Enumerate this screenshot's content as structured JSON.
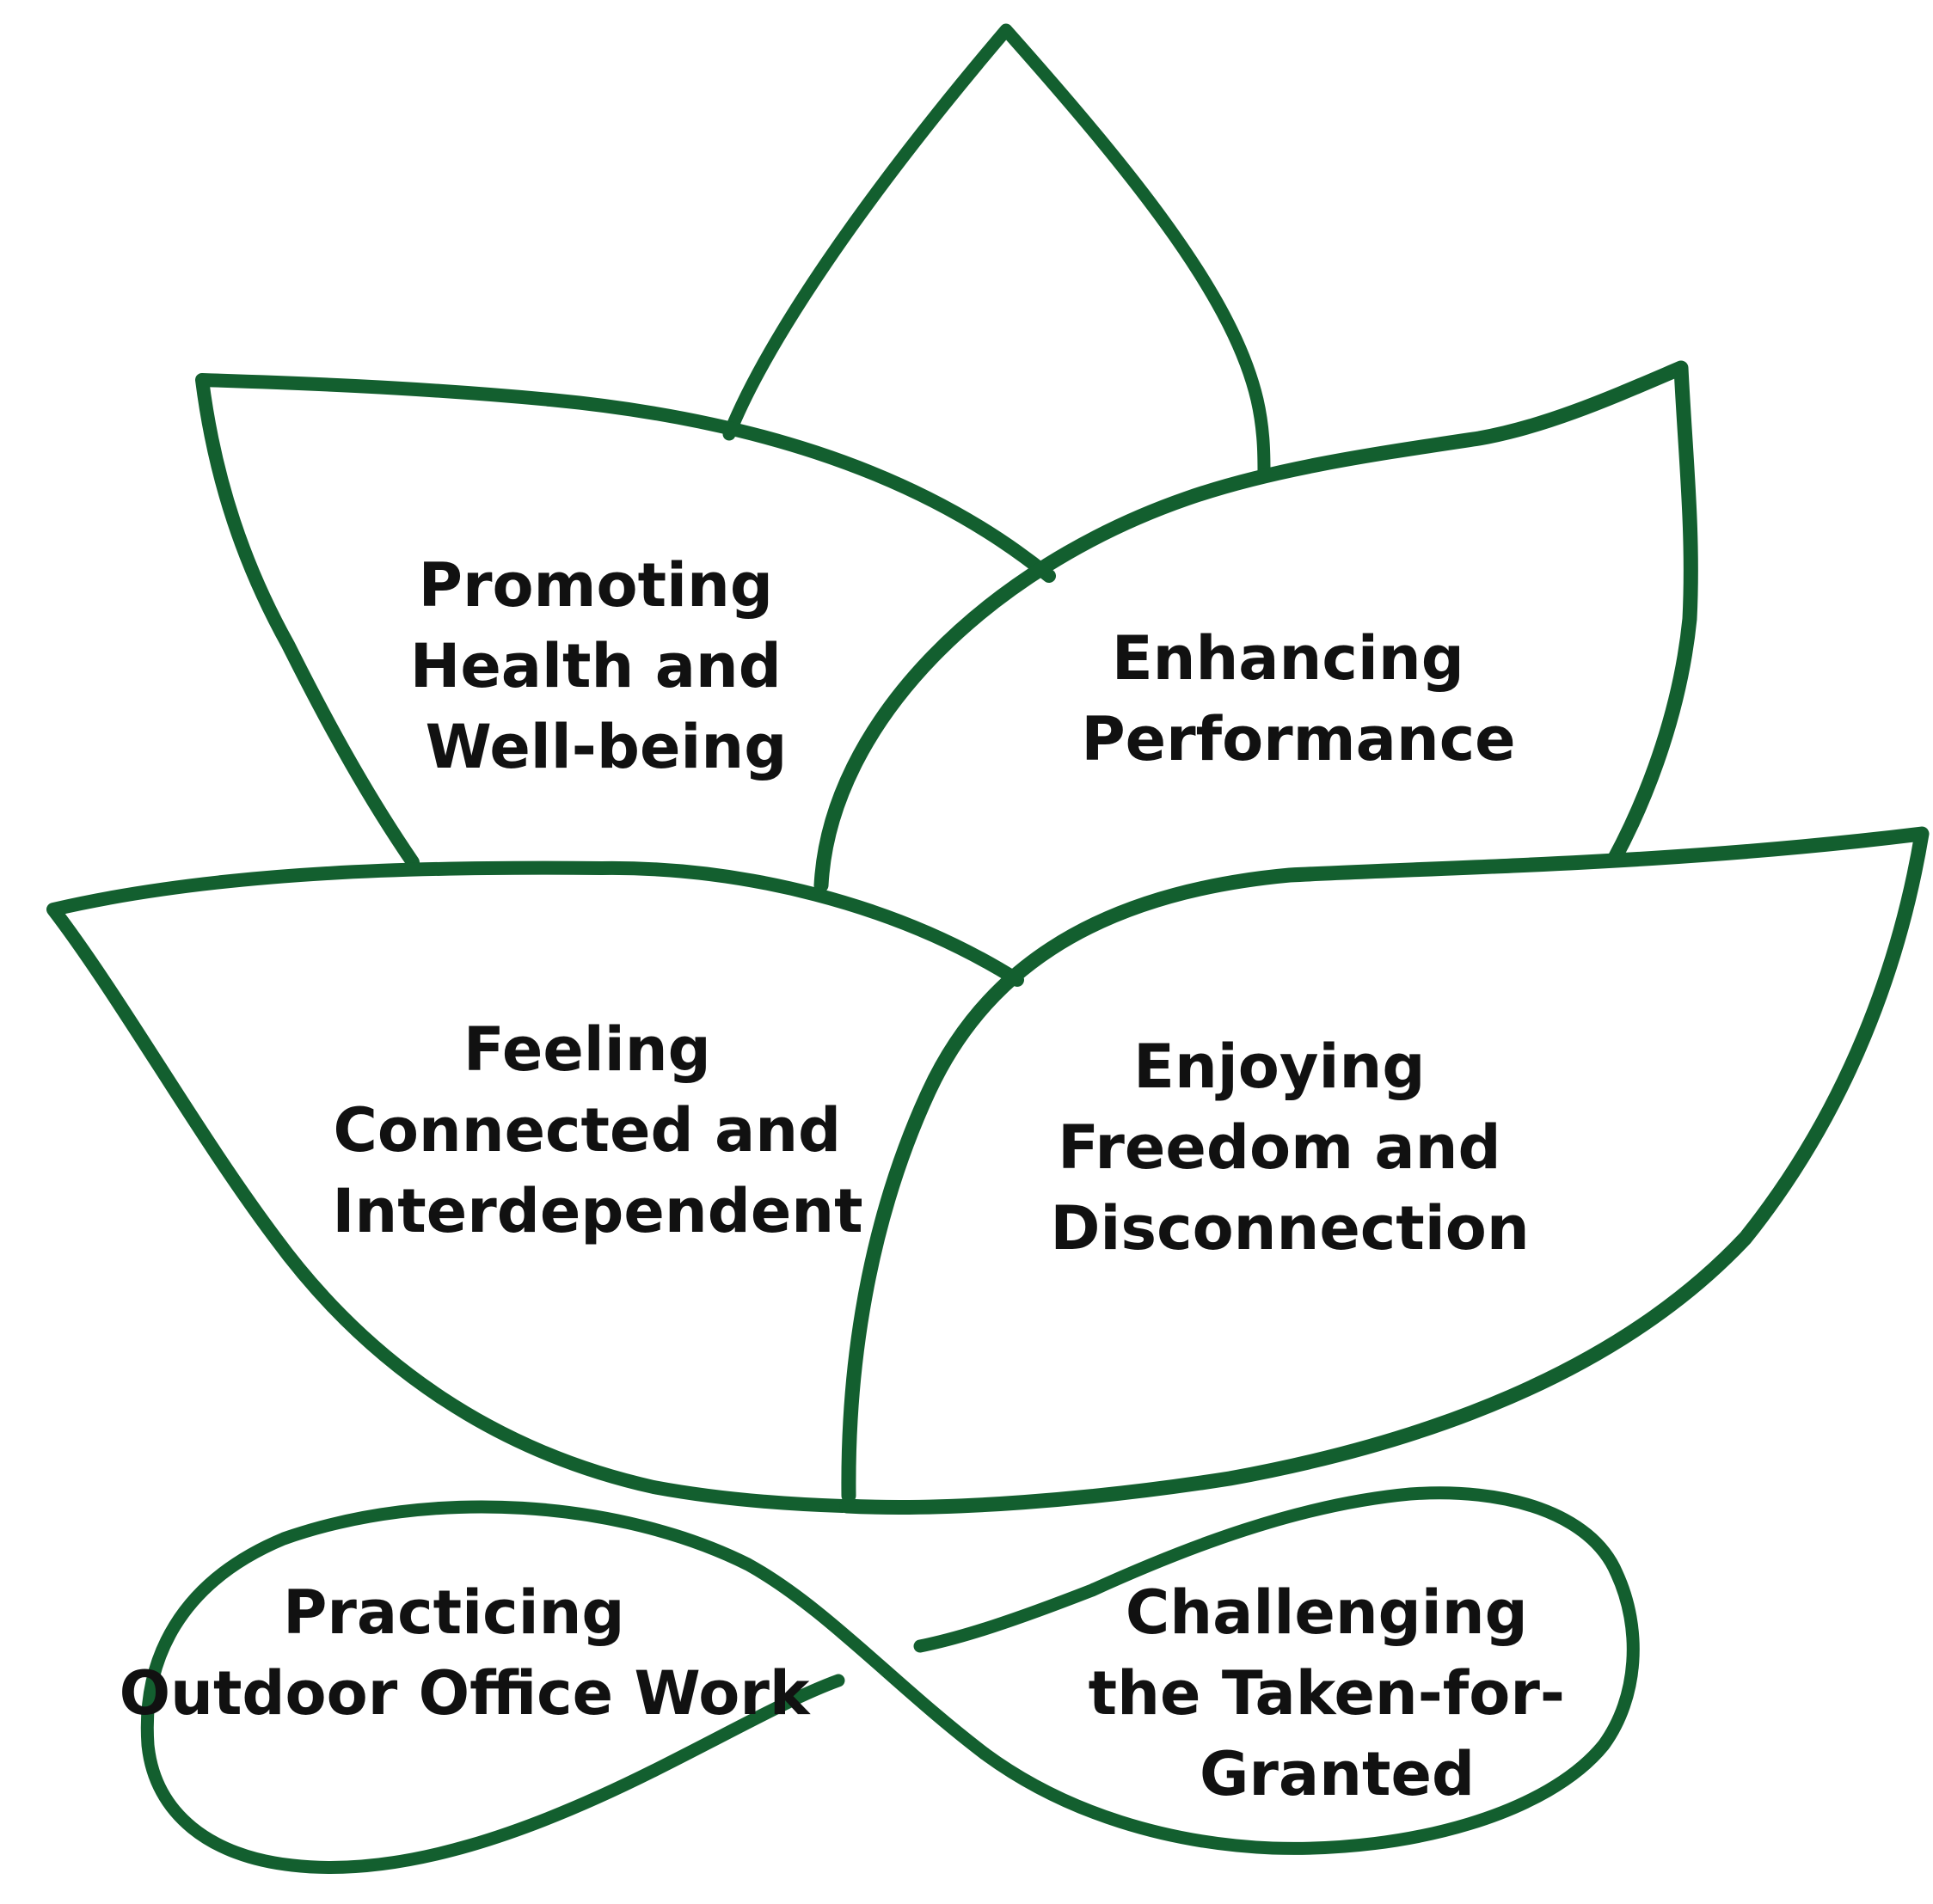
{
  "colors": {
    "stroke": "#135f2f",
    "text": "#111111",
    "background": "#ffffff"
  },
  "petals": {
    "top": {
      "lines": []
    },
    "upper_left": {
      "lines": [
        "Promoting",
        "Health and",
        "Well-being"
      ]
    },
    "upper_right": {
      "lines": [
        "Enhancing",
        "Performance"
      ]
    },
    "lower_left": {
      "lines": [
        "Feeling",
        "Connected and",
        "Interdependent"
      ]
    },
    "lower_right": {
      "lines": [
        "Enjoying",
        "Freedom and",
        "Disconnection"
      ]
    },
    "base_left": {
      "lines": [
        "Practicing",
        "Outdoor Office Work"
      ]
    },
    "base_right": {
      "lines": [
        "Challenging",
        "the Taken-for-",
        "Granted"
      ]
    }
  }
}
